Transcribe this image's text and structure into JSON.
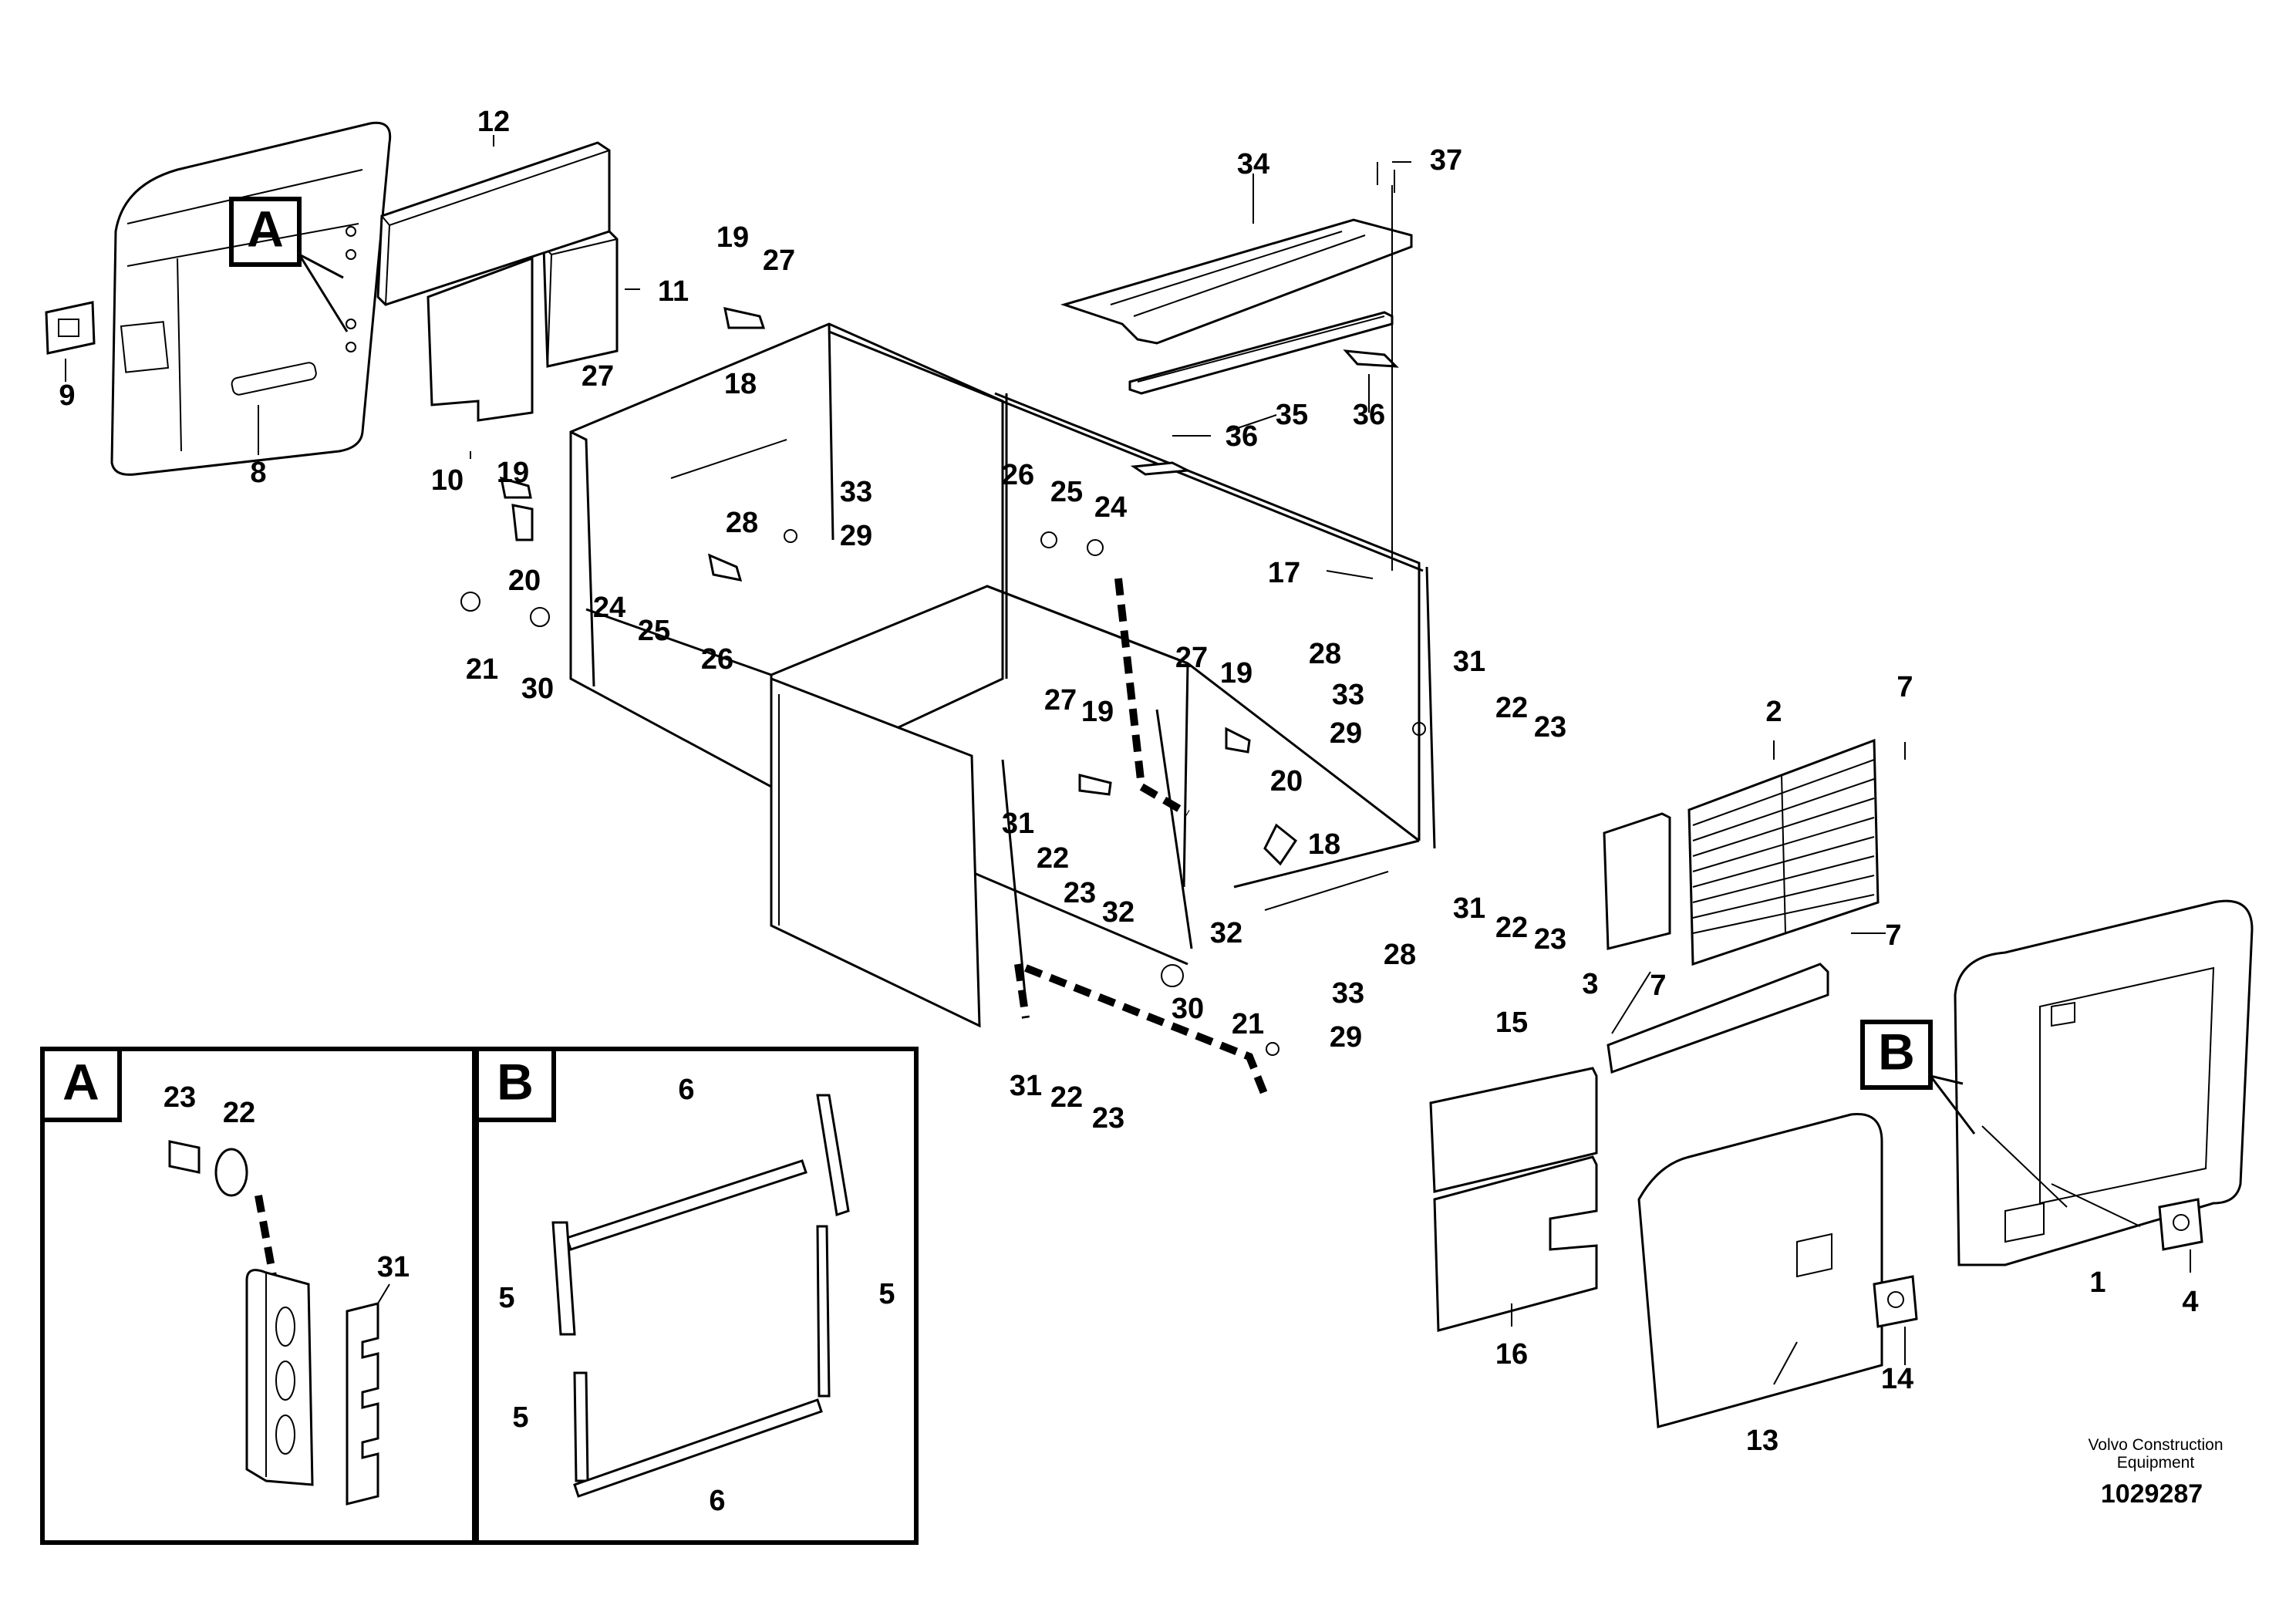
{
  "callouts": {
    "c1": "1",
    "c2": "2",
    "c3": "3",
    "c4": "4",
    "c5": "5",
    "c6": "6",
    "c7": "7",
    "c8": "8",
    "c9": "9",
    "c10": "10",
    "c11": "11",
    "c12": "12",
    "c13": "13",
    "c14": "14",
    "c15": "15",
    "c16": "16",
    "c17": "17",
    "c18": "18",
    "c19": "19",
    "c20": "20",
    "c21": "21",
    "c22": "22",
    "c23": "23",
    "c24": "24",
    "c25": "25",
    "c26": "26",
    "c27": "27",
    "c28": "28",
    "c29": "29",
    "c30": "30",
    "c31": "31",
    "c32": "32",
    "c33": "33",
    "c34": "34",
    "c35": "35",
    "c36": "36",
    "c37": "37"
  },
  "detail_labels": {
    "a": "A",
    "b": "B"
  },
  "footer": {
    "company_line1": "Volvo Construction",
    "company_line2": "Equipment",
    "drawing_number": "1029287"
  }
}
